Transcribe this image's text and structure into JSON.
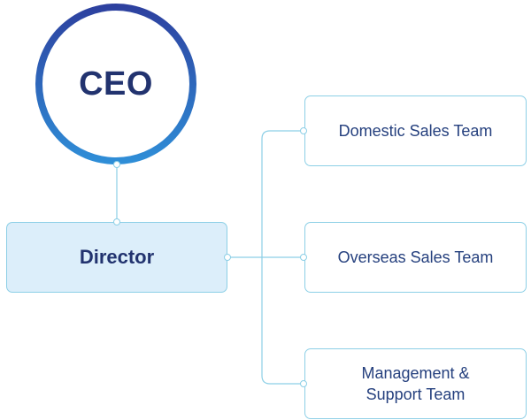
{
  "ceo": {
    "label": "CEO"
  },
  "director": {
    "label": "Director"
  },
  "teams": [
    {
      "label": "Domestic Sales Team"
    },
    {
      "label": "Overseas Sales Team"
    },
    {
      "label": "Management &\nSupport Team"
    }
  ],
  "colors": {
    "connector": "#8ccfe6",
    "ring_start": "#2d3f9e",
    "ring_end": "#2f8fd8",
    "text": "#22336f",
    "director_fill": "#dceefa"
  }
}
